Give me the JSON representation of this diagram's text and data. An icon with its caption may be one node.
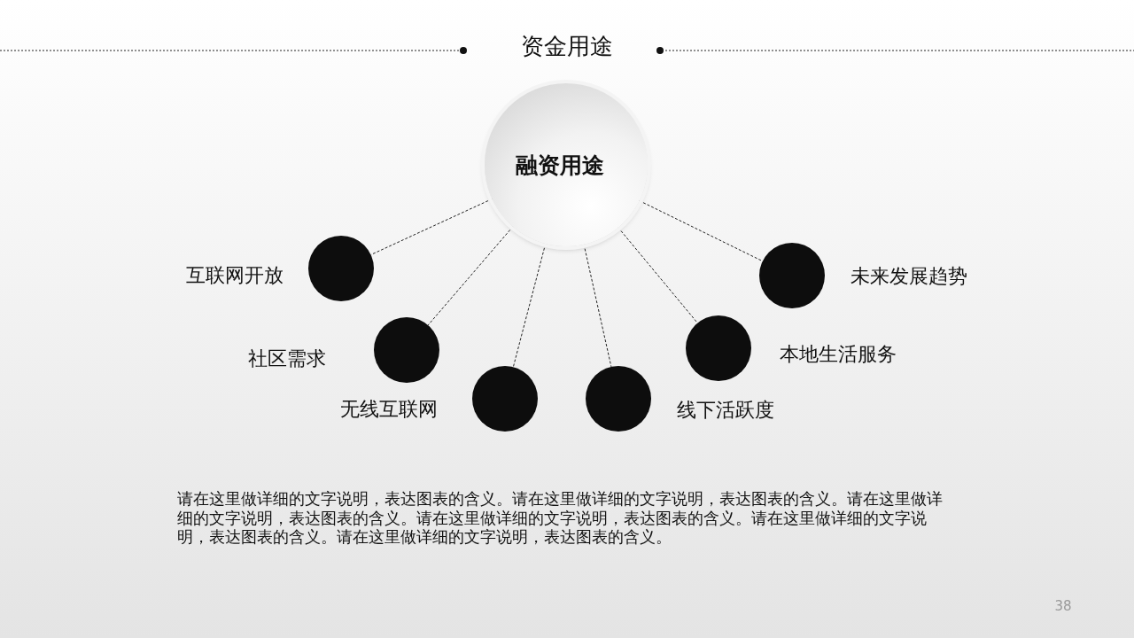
{
  "diagram": {
    "title": "资金用途",
    "nodes": [
      {
        "text": [
          "融资用途"
        ]
      },
      {
        "text": [],
        "shape": "circle",
        "beside": [
          "互联网开放"
        ]
      },
      {
        "text": [],
        "shape": "circle",
        "beside": [
          "社区需求"
        ]
      },
      {
        "text": [],
        "shape": "circle"
      },
      {
        "text": [],
        "shape": "circle",
        "beside": [
          "线下活跃度"
        ]
      },
      {
        "text": [],
        "shape": "circle",
        "beside": [
          "本地生活服务"
        ]
      },
      {
        "text": [],
        "shape": "circle",
        "beside": [
          "未来发展趋势"
        ]
      }
    ],
    "edges": [
      {
        "from": 0,
        "to": 1,
        "arrow": "none",
        "style": "dashed"
      },
      {
        "from": 0,
        "to": 2,
        "arrow": "none",
        "style": "dashed"
      },
      {
        "from": 0,
        "to": 3,
        "arrow": "none",
        "style": "dashed"
      },
      {
        "from": 0,
        "to": 4,
        "arrow": "none",
        "style": "dashed"
      },
      {
        "from": 0,
        "to": 5,
        "arrow": "none",
        "style": "dashed"
      },
      {
        "from": 0,
        "to": 6,
        "arrow": "none",
        "style": "dashed"
      }
    ],
    "labels": [
      "无线互联网",
      "请在这里做详细的文字说明，表达图表的含义。请在这里做详细的文字说明，表达图表的含义。请在这里做详细的文字说明，表达图表的含义。请在这里做详细的文字说明，表达图表的含义。请在这里做详细的文字说明，表达图表的含义。请在这里做详细的文字说明，表达图表的含义。",
      "38"
    ]
  }
}
